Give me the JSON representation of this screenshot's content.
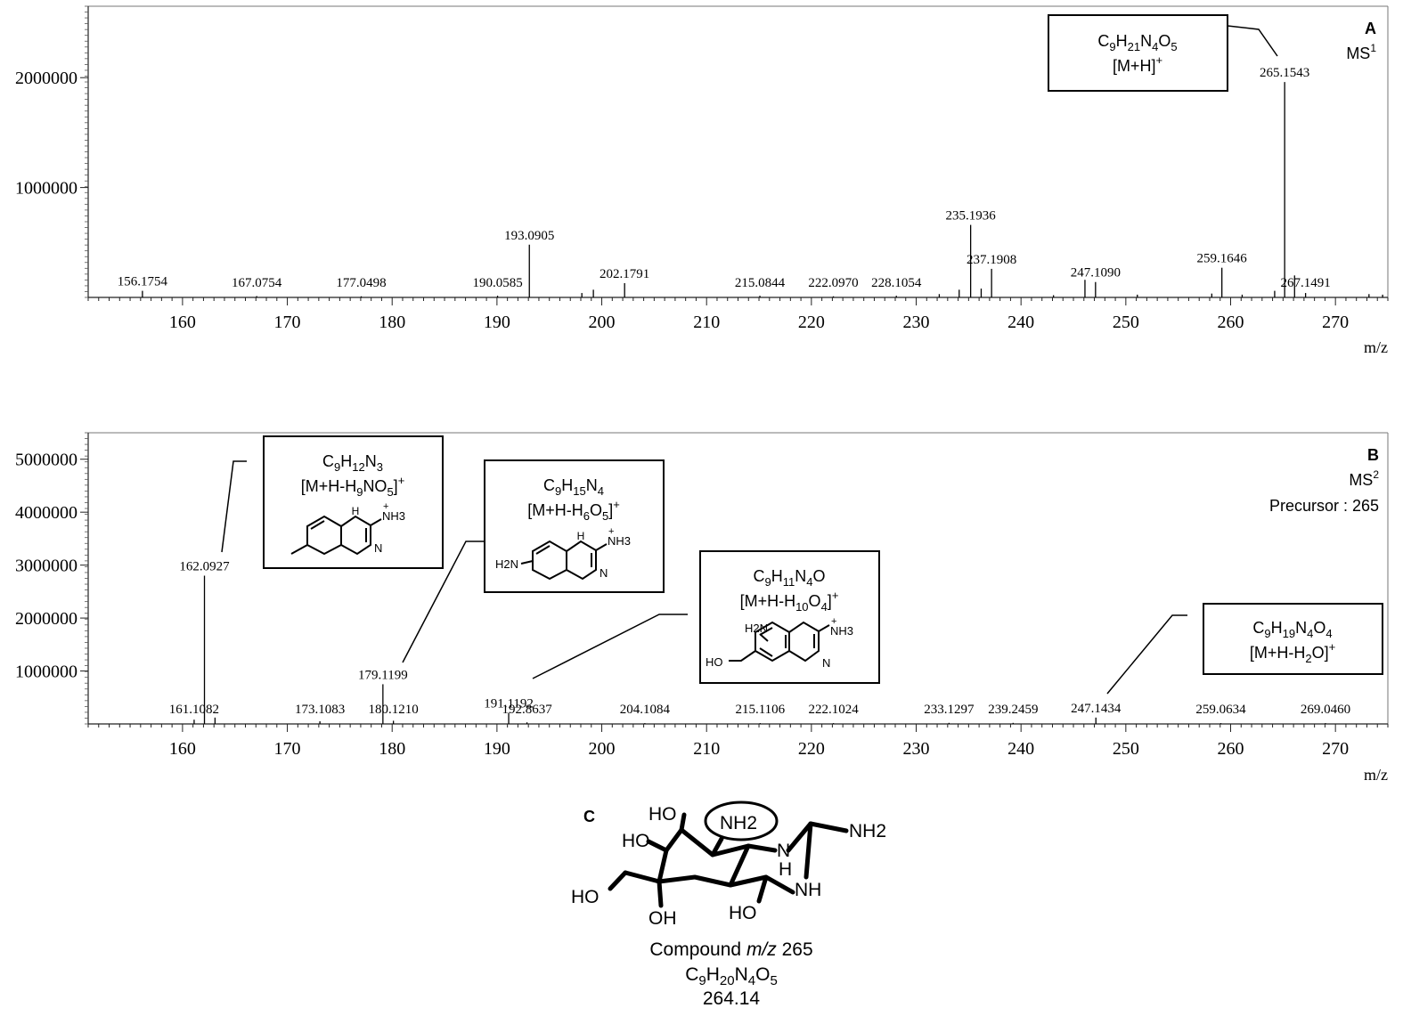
{
  "chart_data": [
    {
      "panel_label": "A",
      "type": "bar",
      "mode_label": "MS",
      "mode_sup": "1",
      "mode_line2": "",
      "xlabel": "m/z",
      "xlim": [
        151,
        275
      ],
      "ylim": [
        0,
        2650000
      ],
      "xticks": [
        160,
        170,
        180,
        190,
        200,
        210,
        220,
        230,
        240,
        250,
        260,
        270
      ],
      "yticks": [
        1000000,
        2000000
      ],
      "peaks": [
        {
          "mz": 156.1754,
          "intensity": 60000,
          "label": "156.1754"
        },
        {
          "mz": 167.0754,
          "intensity": 12000,
          "label": "167.0754"
        },
        {
          "mz": 177.0498,
          "intensity": 10000,
          "label": "177.0498"
        },
        {
          "mz": 190.0585,
          "intensity": 15000,
          "label": "190.0585"
        },
        {
          "mz": 193.0905,
          "intensity": 480000,
          "label": "193.0905"
        },
        {
          "mz": 198.1,
          "intensity": 40000,
          "label": ""
        },
        {
          "mz": 199.2,
          "intensity": 70000,
          "label": ""
        },
        {
          "mz": 202.1791,
          "intensity": 130000,
          "label": "202.1791"
        },
        {
          "mz": 215.0844,
          "intensity": 15000,
          "label": "215.0844"
        },
        {
          "mz": 222.097,
          "intensity": 10000,
          "label": "222.0970"
        },
        {
          "mz": 228.1054,
          "intensity": 15000,
          "label": "228.1054"
        },
        {
          "mz": 232.2,
          "intensity": 30000,
          "label": ""
        },
        {
          "mz": 234.1,
          "intensity": 70000,
          "label": ""
        },
        {
          "mz": 235.1936,
          "intensity": 660000,
          "label": "235.1936"
        },
        {
          "mz": 236.2,
          "intensity": 80000,
          "label": ""
        },
        {
          "mz": 237.1908,
          "intensity": 260000,
          "label": "237.1908"
        },
        {
          "mz": 243.1,
          "intensity": 20000,
          "label": ""
        },
        {
          "mz": 246.1,
          "intensity": 160000,
          "label": ""
        },
        {
          "mz": 247.109,
          "intensity": 140000,
          "label": "247.1090"
        },
        {
          "mz": 251.1,
          "intensity": 25000,
          "label": ""
        },
        {
          "mz": 258.2,
          "intensity": 35000,
          "label": ""
        },
        {
          "mz": 259.1646,
          "intensity": 270000,
          "label": "259.1646"
        },
        {
          "mz": 261.1,
          "intensity": 25000,
          "label": ""
        },
        {
          "mz": 264.2,
          "intensity": 60000,
          "label": ""
        },
        {
          "mz": 265.1543,
          "intensity": 1960000,
          "label": "265.1543"
        },
        {
          "mz": 266.1,
          "intensity": 200000,
          "label": ""
        },
        {
          "mz": 267.1491,
          "intensity": 40000,
          "label": "267.1491"
        },
        {
          "mz": 273.2,
          "intensity": 30000,
          "label": ""
        },
        {
          "mz": 274.5,
          "intensity": 25000,
          "label": ""
        }
      ],
      "annotations": [
        {
          "formula": [
            [
              "C",
              ""
            ],
            [
              "9",
              "sub"
            ],
            [
              "H",
              ""
            ],
            [
              "21",
              "sub"
            ],
            [
              "N",
              ""
            ],
            [
              "4",
              "sub"
            ],
            [
              "O",
              ""
            ],
            [
              "5",
              "sub"
            ]
          ],
          "ion": [
            [
              "[M+H]",
              ""
            ],
            [
              "+",
              "sup"
            ]
          ]
        }
      ]
    },
    {
      "panel_label": "B",
      "type": "bar",
      "mode_label": "MS",
      "mode_sup": "2",
      "mode_line2": "Precursor : 265",
      "xlabel": "m/z",
      "xlim": [
        151,
        275
      ],
      "ylim": [
        0,
        5500000
      ],
      "xticks": [
        160,
        170,
        180,
        190,
        200,
        210,
        220,
        230,
        240,
        250,
        260,
        270
      ],
      "yticks": [
        1000000,
        2000000,
        3000000,
        4000000,
        5000000
      ],
      "peaks": [
        {
          "mz": 161.1082,
          "intensity": 80000,
          "label": "161.1082"
        },
        {
          "mz": 162.0927,
          "intensity": 2800000,
          "label": "162.0927"
        },
        {
          "mz": 163.1,
          "intensity": 120000,
          "label": ""
        },
        {
          "mz": 173.1083,
          "intensity": 50000,
          "label": "173.1083"
        },
        {
          "mz": 179.1199,
          "intensity": 750000,
          "label": "179.1199"
        },
        {
          "mz": 180.121,
          "intensity": 60000,
          "label": "180.1210"
        },
        {
          "mz": 191.1192,
          "intensity": 210000,
          "label": "191.1192"
        },
        {
          "mz": 192.8637,
          "intensity": 30000,
          "label": "192.8637"
        },
        {
          "mz": 204.1084,
          "intensity": 15000,
          "label": "204.1084"
        },
        {
          "mz": 215.1106,
          "intensity": 15000,
          "label": "215.1106"
        },
        {
          "mz": 222.1024,
          "intensity": 15000,
          "label": "222.1024"
        },
        {
          "mz": 233.1297,
          "intensity": 20000,
          "label": "233.1297"
        },
        {
          "mz": 239.2459,
          "intensity": 20000,
          "label": "239.2459"
        },
        {
          "mz": 247.1434,
          "intensity": 120000,
          "label": "247.1434"
        },
        {
          "mz": 259.0634,
          "intensity": 15000,
          "label": "259.0634"
        },
        {
          "mz": 269.046,
          "intensity": 15000,
          "label": "269.0460"
        }
      ],
      "annotations": [
        {
          "formula": [
            [
              "C",
              ""
            ],
            [
              "9",
              "sub"
            ],
            [
              "H",
              ""
            ],
            [
              "12",
              "sub"
            ],
            [
              "N",
              ""
            ],
            [
              "3",
              "sub"
            ]
          ],
          "ion": [
            [
              "[M+H-H",
              ""
            ],
            [
              "9",
              "sub"
            ],
            [
              "NO",
              ""
            ],
            [
              "5",
              "sub"
            ],
            [
              "]",
              ""
            ],
            [
              "+",
              "sup"
            ]
          ]
        },
        {
          "formula": [
            [
              "C",
              ""
            ],
            [
              "9",
              "sub"
            ],
            [
              "H",
              ""
            ],
            [
              "15",
              "sub"
            ],
            [
              "N",
              ""
            ],
            [
              "4",
              "sub"
            ]
          ],
          "ion": [
            [
              "[M+H-H",
              ""
            ],
            [
              "6",
              "sub"
            ],
            [
              "O",
              ""
            ],
            [
              "5",
              "sub"
            ],
            [
              "]",
              ""
            ],
            [
              "+",
              "sup"
            ]
          ]
        },
        {
          "formula": [
            [
              "C",
              ""
            ],
            [
              "9",
              "sub"
            ],
            [
              "H",
              ""
            ],
            [
              "11",
              "sub"
            ],
            [
              "N",
              ""
            ],
            [
              "4",
              "sub"
            ],
            [
              "O",
              ""
            ]
          ],
          "ion": [
            [
              "[M+H-H",
              ""
            ],
            [
              "10",
              "sub"
            ],
            [
              "O",
              ""
            ],
            [
              "4",
              "sub"
            ],
            [
              "]",
              ""
            ],
            [
              "+",
              "sup"
            ]
          ]
        },
        {
          "formula": [
            [
              "C",
              ""
            ],
            [
              "9",
              "sub"
            ],
            [
              "H",
              ""
            ],
            [
              "19",
              "sub"
            ],
            [
              "N",
              ""
            ],
            [
              "4",
              "sub"
            ],
            [
              "O",
              ""
            ],
            [
              "4",
              "sub"
            ]
          ],
          "ion": [
            [
              "[M+H-H",
              ""
            ],
            [
              "2",
              "sub"
            ],
            [
              "O]",
              ""
            ],
            [
              "+",
              "sup"
            ]
          ]
        }
      ]
    }
  ],
  "structure_labels": {
    "box1": {
      "nh": "H",
      "nh3": "NH3",
      "plus": "+",
      "n": "N"
    },
    "box2": {
      "h2n": "H2N",
      "nh": "H",
      "nh3": "NH3",
      "plus": "+",
      "n": "N"
    },
    "box3": {
      "h2n": "H2N",
      "ho": "HO",
      "nh3": "NH3",
      "plus": "+",
      "n": "N"
    }
  },
  "panel_c": {
    "label": "C",
    "atoms": {
      "ho_top": "HO",
      "nh2_circled": "NH2",
      "ho_left": "HO",
      "n_ring": "N",
      "h_ring": "H",
      "nh2_right": "NH2",
      "ho_far": "HO",
      "nh": "NH",
      "oh_bottom_left": "OH",
      "ho_bottom": "HO"
    },
    "caption_prefix": "Compound ",
    "caption_italic": "m/z",
    "caption_suffix": " 265",
    "formula": [
      [
        "C",
        ""
      ],
      [
        "9",
        "sub"
      ],
      [
        "H",
        ""
      ],
      [
        "20",
        "sub"
      ],
      [
        "N",
        ""
      ],
      [
        "4",
        "sub"
      ],
      [
        "O",
        ""
      ],
      [
        "5",
        "sub"
      ]
    ],
    "mass": "264.14"
  }
}
